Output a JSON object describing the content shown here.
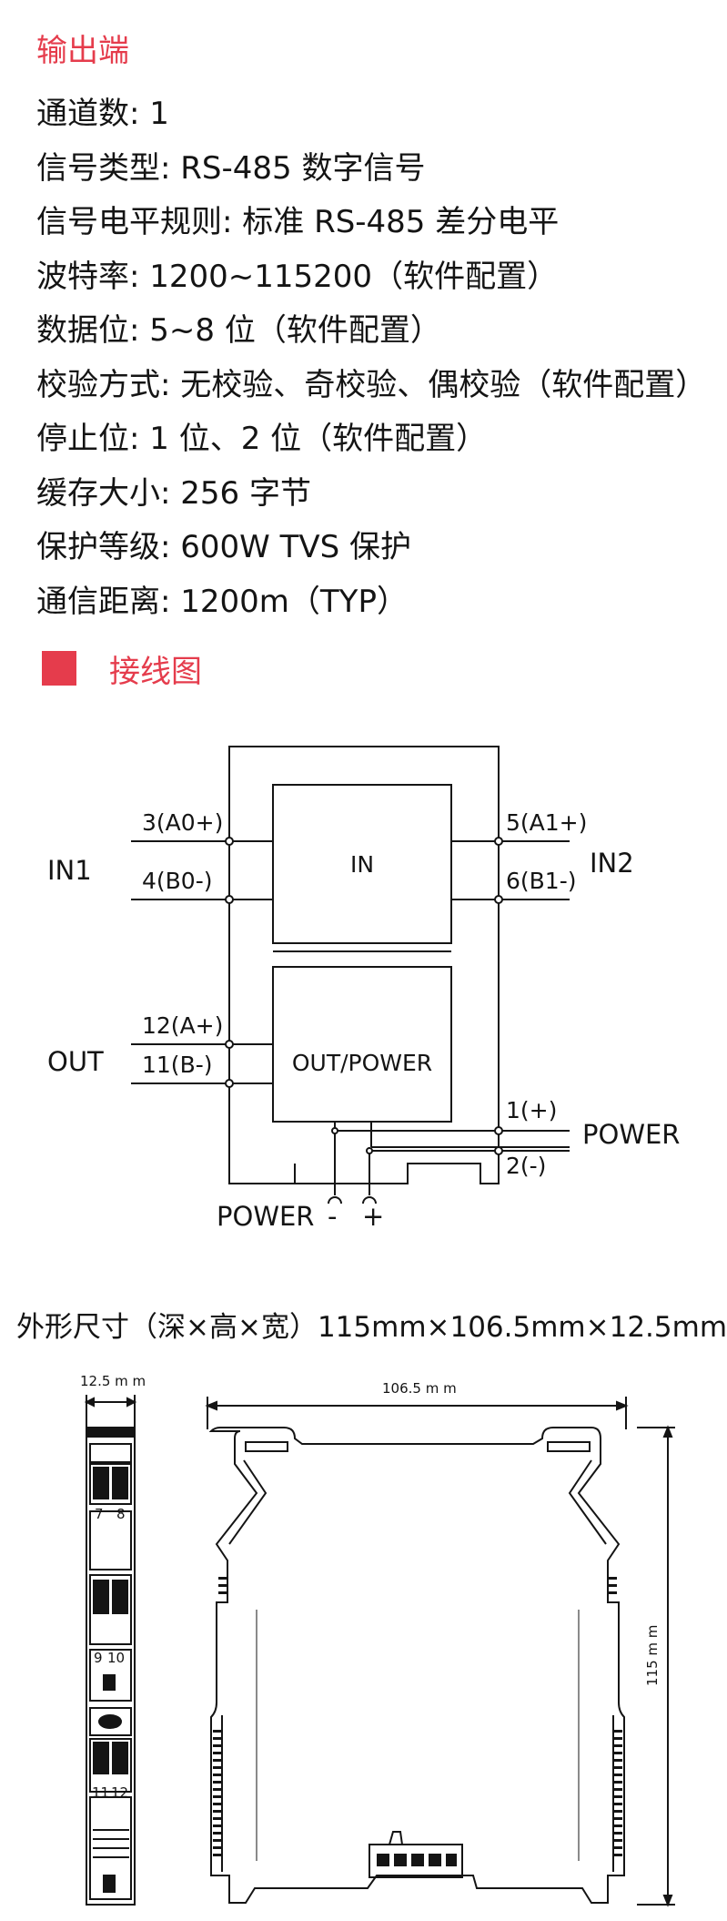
{
  "output": {
    "title": "输出端",
    "specs": [
      "通道数: 1",
      "信号类型: RS-485 数字信号",
      "信号电平规则:  标准 RS-485 差分电平",
      "波特率: 1200~115200（软件配置）",
      "数据位: 5~8 位（软件配置）",
      "校验方式:  无校验、奇校验、偶校验（软件配置）",
      "停止位: 1 位、2 位（软件配置）",
      "缓存大小: 256 字节",
      "保护等级: 600W TVS 保护",
      "通信距离: 1200m（TYP）"
    ]
  },
  "wiring": {
    "title": "接线图",
    "block_in": "IN",
    "block_out": "OUT/POWER",
    "in1": "IN1",
    "in2": "IN2",
    "out": "OUT",
    "power_right": "POWER",
    "power_bottom": "POWER",
    "minus": "-",
    "plus": "+",
    "terminals": {
      "t3": "3(A0+)",
      "t4": "4(B0-)",
      "t5": "5(A1+)",
      "t6": "6(B1-)",
      "t12": "12(A+)",
      "t11": "11(B-)",
      "t1": "1(+)",
      "t2": "2(-)"
    }
  },
  "dimensions": {
    "title": "外形尺寸（深×高×宽）115mm×106.5mm×12.5mm",
    "width_label": "12.5 m m",
    "length_label": "106.5 m m",
    "height_label": "115 m m",
    "side_numbers": {
      "a": "7",
      "b": "8",
      "c": "9",
      "d": "10",
      "e": "11",
      "f": "12"
    }
  },
  "colors": {
    "accent": "#e53c4c",
    "text": "#141414"
  }
}
